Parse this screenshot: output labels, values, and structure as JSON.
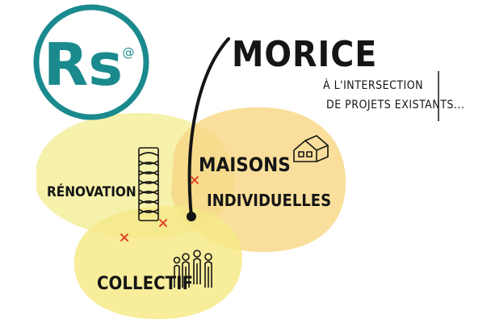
{
  "logo": {
    "text": "Rs",
    "mark": "@",
    "ring_color": "#1a8a8e",
    "text_color": "#1a8a8e"
  },
  "heading": {
    "title": "MORICE",
    "subtitle_line1": "À L'INTERSECTION",
    "subtitle_line2": "DE PROJETS EXISTANTS..."
  },
  "circles": [
    {
      "label": "RÉNOVATION",
      "icon": "insulation-icon",
      "color": "#f5ee9c"
    },
    {
      "label_line1": "MAISONS",
      "label_line2": "INDIVIDUELLES",
      "icon": "house-icon",
      "color": "#f8d98a"
    },
    {
      "label": "COLLECTIF",
      "icon": "people-group-icon",
      "color": "#f6ea8a"
    }
  ],
  "colors": {
    "cross": "#e2482b",
    "ink": "#151515"
  }
}
